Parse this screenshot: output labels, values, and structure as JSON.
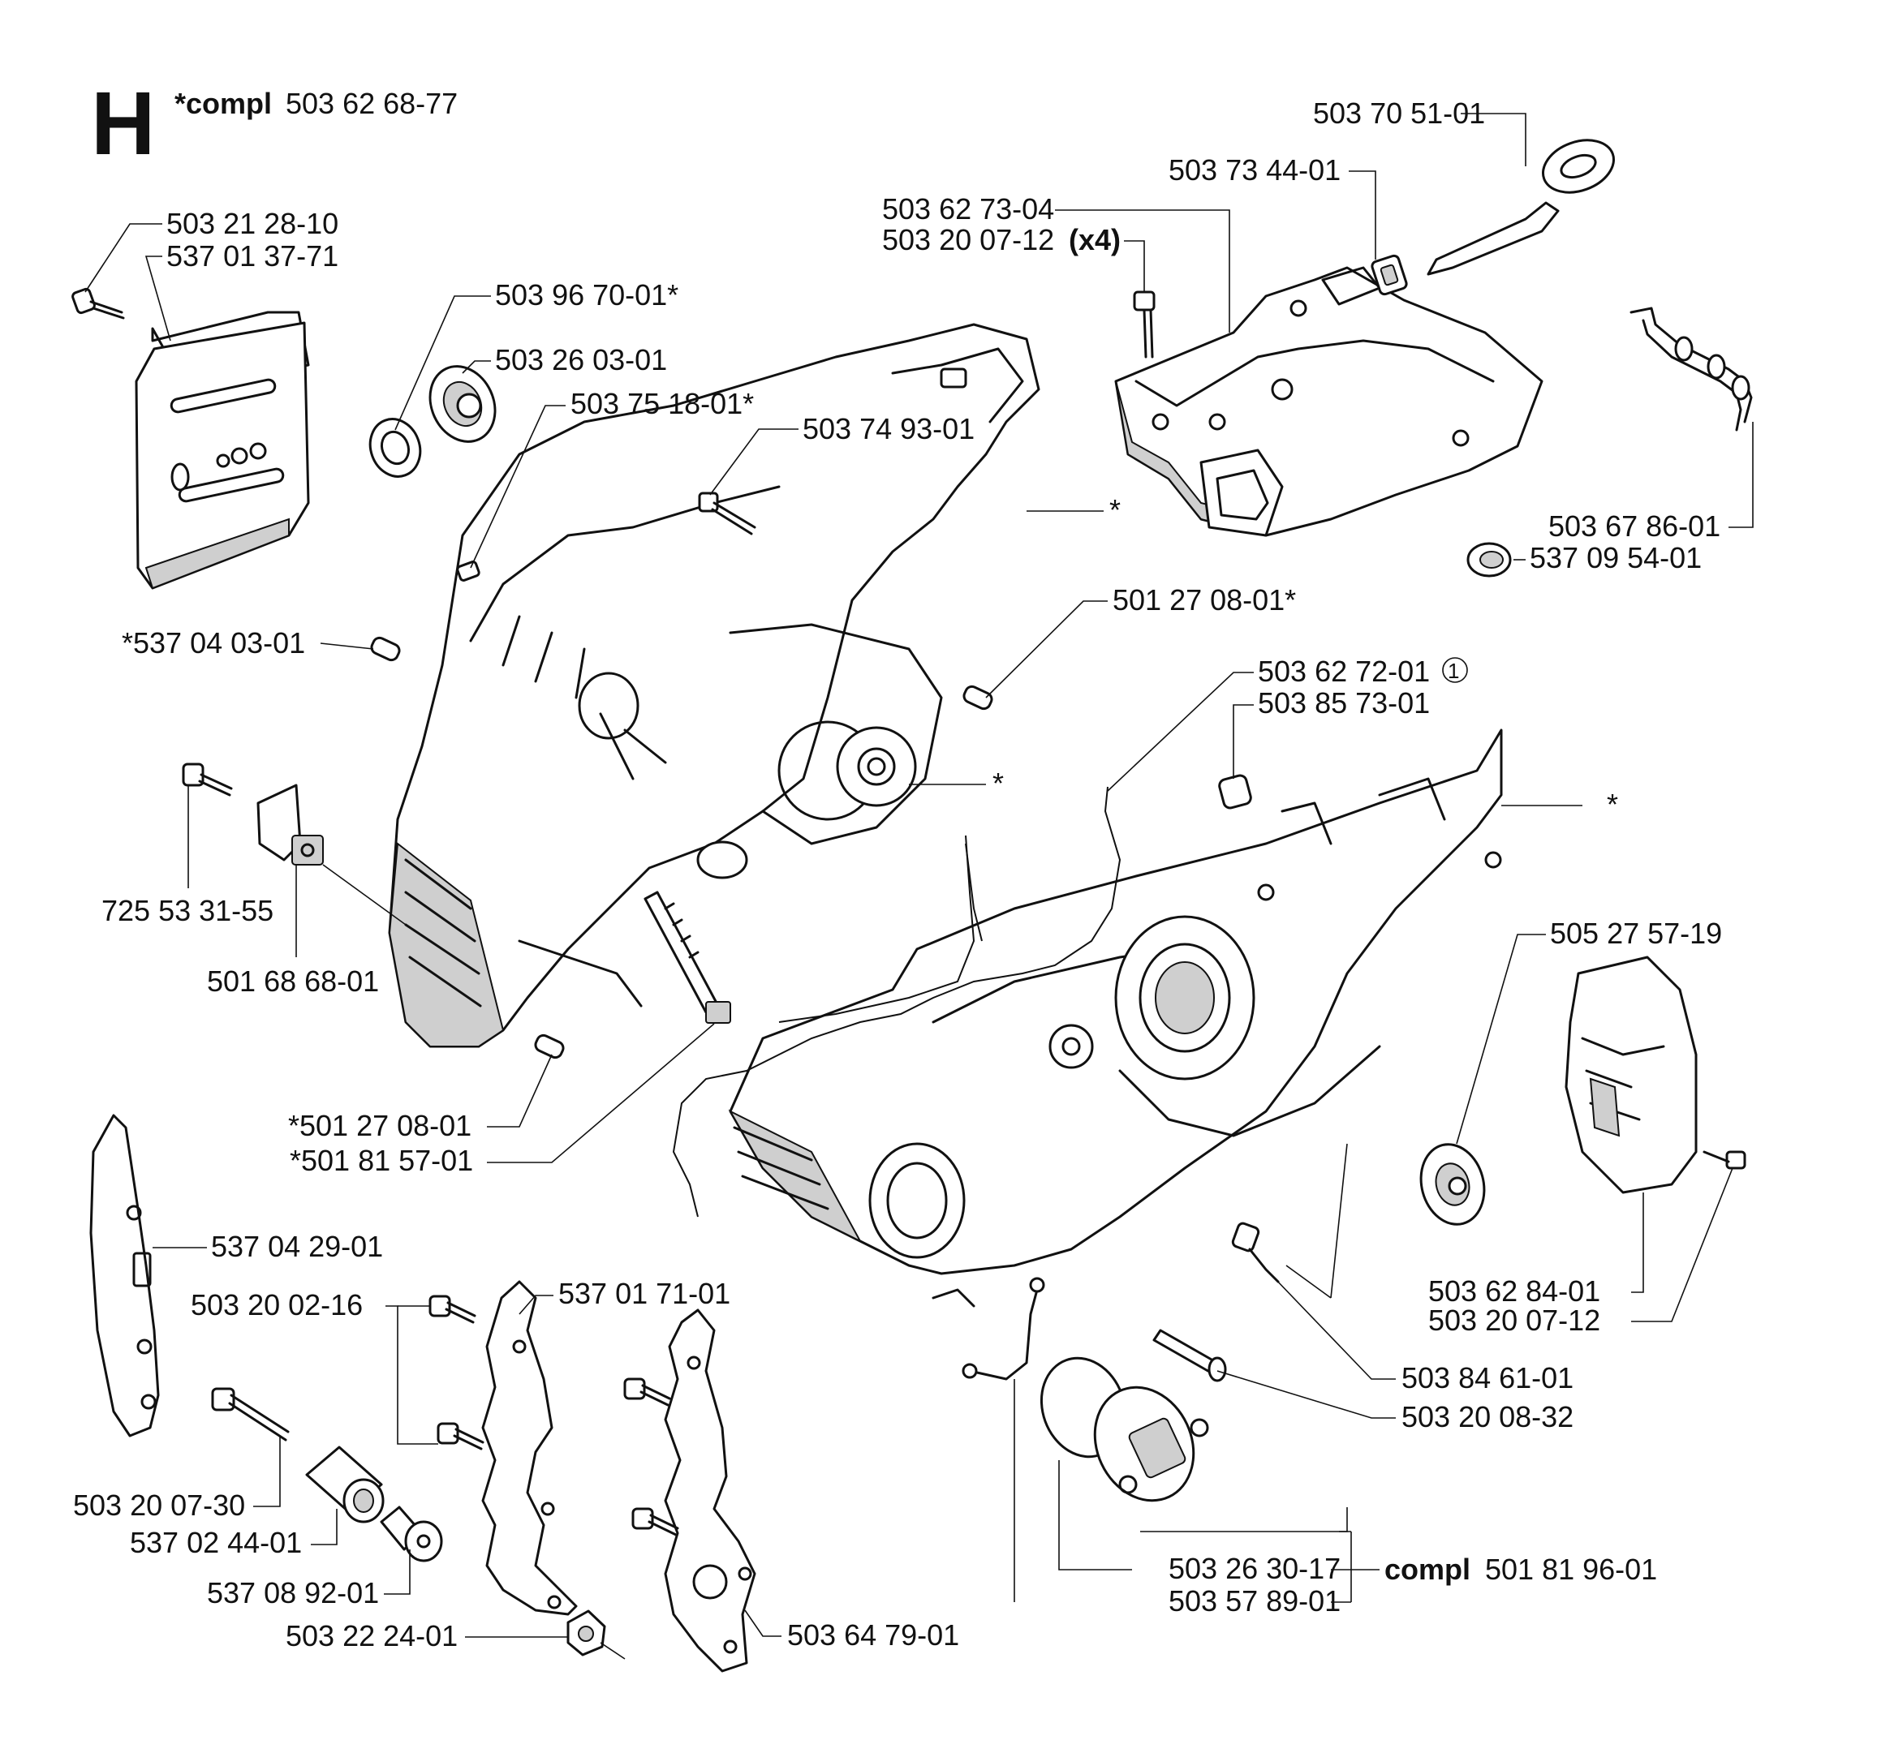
{
  "header": {
    "section_letter": "H",
    "compl_prefix": "*compl",
    "compl_number": "503 62 68-77"
  },
  "labels": {
    "l_503_70_51_01": "503 70 51-01",
    "l_503_73_44_01": "503 73 44-01",
    "l_503_62_73_04": "503 62 73-04",
    "l_503_20_07_12_x4": "503 20 07-12",
    "l_x4": "(x4)",
    "l_503_21_28_10": "503 21 28-10",
    "l_537_01_37_71": "537 01 37-71",
    "l_503_96_70_01": "503 96 70-01*",
    "l_503_26_03_01": "503 26 03-01",
    "l_503_75_18_01": "503 75 18-01*",
    "l_503_74_93_01": "503 74 93-01",
    "l_star_a": "*",
    "l_501_27_08_01_r": "501 27 08-01*",
    "l_537_04_03_01": "*537 04 03-01",
    "l_503_67_86_01": "503 67 86-01",
    "l_537_09_54_01": "537 09 54-01",
    "l_503_62_72_01": "503 62 72-01",
    "l_circled_1": "1",
    "l_503_85_73_01": "503 85 73-01",
    "l_star_b": "*",
    "l_star_c": "*",
    "l_725_53_31_55": "725 53 31-55",
    "l_501_68_68_01": "501 68 68-01",
    "l_505_27_57_19": "505 27 57-19",
    "l_501_27_08_01_l": "*501 27 08-01",
    "l_501_81_57_01": "*501 81 57-01",
    "l_537_04_29_01": "537 04 29-01",
    "l_503_20_02_16": "503 20 02-16",
    "l_537_01_71_01": "537 01 71-01",
    "l_503_62_84_01": "503 62 84-01",
    "l_503_20_07_12": "503 20 07-12",
    "l_503_84_61_01": "503 84 61-01",
    "l_503_20_08_32": "503 20 08-32",
    "l_503_20_07_30": "503 20 07-30",
    "l_537_02_44_01": "537 02 44-01",
    "l_537_08_92_01": "537 08 92-01",
    "l_503_22_24_01": "503 22 24-01",
    "l_503_64_79_01": "503 64 79-01",
    "l_503_26_30_17": "503 26 30-17",
    "l_503_57_89_01": "503 57 89-01",
    "l_compl_b_prefix": "compl",
    "l_compl_b_number": "501 81 96-01"
  }
}
